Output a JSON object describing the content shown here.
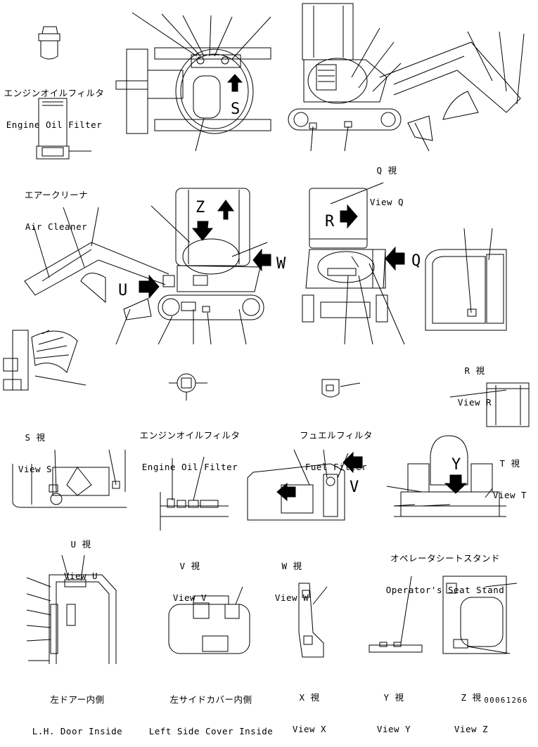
{
  "labels": {
    "engine_oil_filter_top": {
      "jp": "エンジンオイルフィルタ",
      "en": "Engine Oil Filter"
    },
    "air_cleaner": {
      "jp": "エアークリーナ",
      "en": "Air Cleaner"
    },
    "view_q": {
      "jp": "Q 視",
      "en": "View Q"
    },
    "view_s": {
      "jp": "S 視",
      "en": "View S"
    },
    "engine_oil_filter_mid": {
      "jp": "エンジンオイルフィルタ",
      "en": "Engine Oil Filter"
    },
    "fuel_filter": {
      "jp": "フュエルフィルタ",
      "en": "Fuel Filter"
    },
    "view_r": {
      "jp": "R 視",
      "en": "View R"
    },
    "view_t": {
      "jp": "T 視",
      "en": "View T"
    },
    "view_u": {
      "jp": "U 視",
      "en": "View U"
    },
    "view_v": {
      "jp": "V 視",
      "en": "View V"
    },
    "view_w": {
      "jp": "W 視",
      "en": "View W"
    },
    "operator_seat_stand": {
      "jp": "オペレータシートスタンド",
      "en": "Operator's Seat Stand"
    },
    "lh_door_inside": {
      "jp": "左ドアー内側",
      "en": "L.H. Door Inside"
    },
    "left_side_cover_inside": {
      "jp": "左サイドカバー内側",
      "en": "Left Side Cover Inside"
    },
    "view_x": {
      "jp": "X 視",
      "en": "View X"
    },
    "view_y": {
      "jp": "Y 視",
      "en": "View Y"
    },
    "view_z": {
      "jp": "Z 視",
      "en": "View Z"
    }
  },
  "view_letters": {
    "s": "S",
    "z": "Z",
    "u": "U",
    "w": "W",
    "r": "R",
    "q": "Q",
    "v": "V",
    "y": "Y"
  },
  "document_number": "00061266"
}
